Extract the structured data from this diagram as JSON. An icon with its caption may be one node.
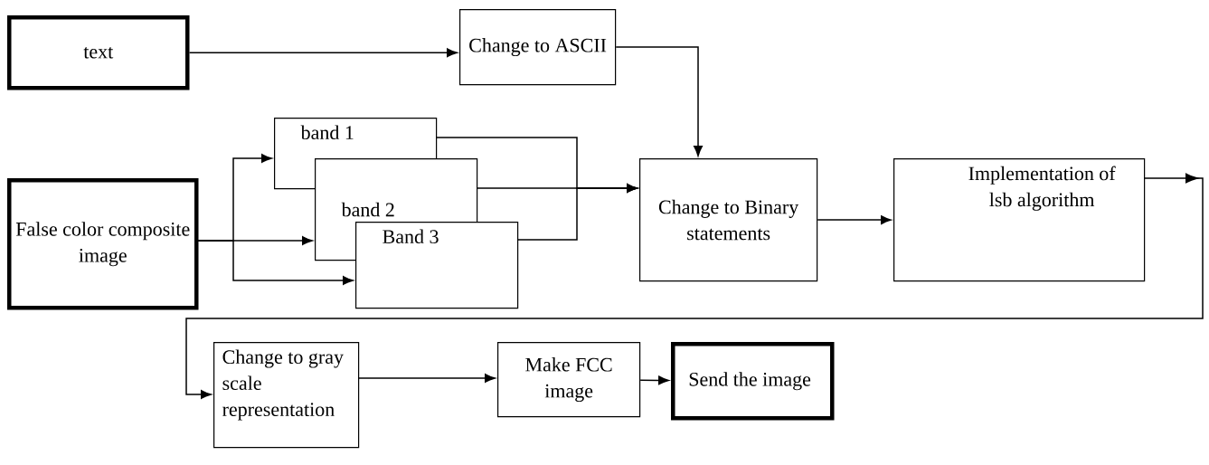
{
  "diagram": {
    "nodes": [
      {
        "text": [
          "text"
        ]
      },
      {
        "text": [
          "Change to ASCII"
        ]
      },
      {
        "text": [
          "False color composite image"
        ]
      },
      {
        "text": [
          "band 1"
        ]
      },
      {
        "text": [
          "band 2"
        ]
      },
      {
        "text": [
          "Band 3"
        ]
      },
      {
        "text": [
          "Change to Binary statements"
        ]
      },
      {
        "text": [
          "Implementation of lsb algorithm"
        ]
      },
      {
        "text": [
          "Change to gray scale representation"
        ]
      },
      {
        "text": [
          "Make FCC image"
        ]
      },
      {
        "text": [
          "Send the image"
        ]
      }
    ],
    "edges": [
      {
        "from": 0,
        "to": 1,
        "arrow": "to"
      },
      {
        "from": 1,
        "to": 6,
        "arrow": "to"
      },
      {
        "from": 2,
        "to": 3,
        "arrow": "to"
      },
      {
        "from": 2,
        "to": 4,
        "arrow": "to"
      },
      {
        "from": 2,
        "to": 5,
        "arrow": "to"
      },
      {
        "from": 3,
        "to": 6,
        "arrow": "to"
      },
      {
        "from": 4,
        "to": 6,
        "arrow": "to"
      },
      {
        "from": 5,
        "to": 6,
        "arrow": "to"
      },
      {
        "from": 6,
        "to": 7,
        "arrow": "to"
      },
      {
        "from": 7,
        "to": 8,
        "arrow": "to"
      },
      {
        "from": 8,
        "to": 9,
        "arrow": "to"
      },
      {
        "from": 9,
        "to": 10,
        "arrow": "to"
      }
    ]
  }
}
